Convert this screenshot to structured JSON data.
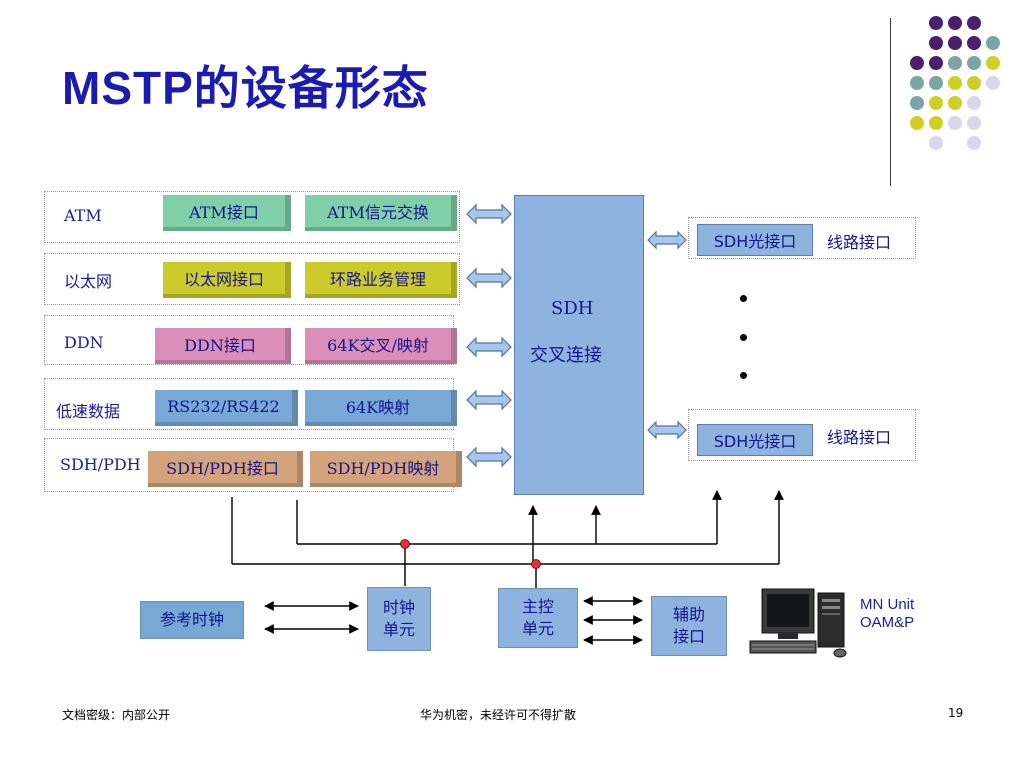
{
  "title": "MSTP的设备形态",
  "rows": [
    {
      "label": "ATM",
      "left_box": "ATM接口",
      "right_box": "ATM信元交换",
      "left_color": "#7fcfa9",
      "right_color": "#7fcfa9"
    },
    {
      "label": "以太网",
      "left_box": "以太网接口",
      "right_box": "环路业务管理",
      "left_color": "#cbcb2c",
      "right_color": "#cbcb2c"
    },
    {
      "label": "DDN",
      "left_box": "DDN接口",
      "right_box": "64K交叉/映射",
      "left_color": "#d98fb7",
      "right_color": "#d98fb7"
    },
    {
      "label": "低速数据",
      "left_box": "RS232/RS422",
      "right_box": "64K映射",
      "left_color": "#78a8d6",
      "right_color": "#78a8d6"
    },
    {
      "label": "SDH/PDH",
      "left_box": "SDH/PDH接口",
      "right_box": "SDH/PDH映射",
      "left_color": "#d3a47c",
      "right_color": "#d3a47c"
    }
  ],
  "sdh_cross": {
    "line1": "SDH",
    "line2": "交叉连接",
    "color": "#8fb3df"
  },
  "line_interfaces": [
    {
      "box": "SDH光接口",
      "label": "线路接口"
    },
    {
      "box": "SDH光接口",
      "label": "线路接口"
    }
  ],
  "bottom": {
    "ref_clock": "参考时钟",
    "clock_unit": [
      "时钟",
      "单元"
    ],
    "main_control": [
      "主控",
      "单元"
    ],
    "aux_interface": [
      "辅助",
      "接口"
    ]
  },
  "mn_unit": {
    "line1": "MN Unit",
    "line2": "OAM&P"
  },
  "footer": {
    "left": "文档密级：内部公开",
    "center": "华为机密，未经许可不得扩散",
    "page": "19"
  },
  "colors": {
    "title": "#1b1bb0",
    "text": "#14148c",
    "deco_purple": "#4a1f6e",
    "deco_teal": "#7aa5a5",
    "deco_yellow": "#cfcf26",
    "deco_lavender": "#d8d8ea"
  }
}
